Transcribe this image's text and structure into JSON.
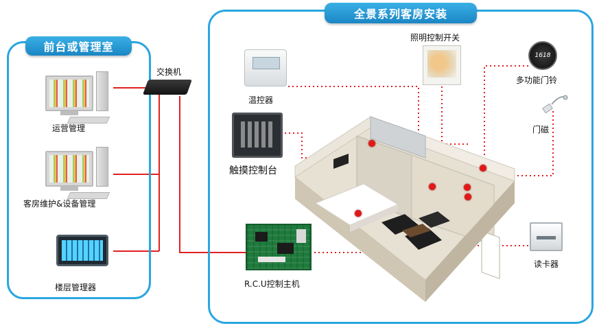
{
  "title_right": "全景系列客房安装",
  "title_left": "前台或管理室",
  "labels": {
    "operations": "运营管理",
    "room_maintenance": "客房维护&设备管理",
    "floor_manager": "楼层管理器",
    "switch": "交换机",
    "thermostat": "温控器",
    "touch_console": "触摸控制台",
    "lighting_switch": "照明控制开关",
    "doorbell": "多功能门铃",
    "door_sensor": "门磁",
    "card_reader": "读卡器",
    "rcu": "R.C.U控制主机"
  },
  "doorbell_text": "1618",
  "colors": {
    "accent": "#2aa6e0",
    "link_solid": "#e02020",
    "link_dotted": "#e02020"
  },
  "icons": {
    "computer": "desktop-computer-icon",
    "floor_manager": "touch-panel-icon",
    "switch": "network-switch-icon",
    "thermostat": "thermostat-icon",
    "console": "touch-console-icon",
    "light_switch": "light-switch-icon",
    "doorbell": "doorbell-icon",
    "door_sensor": "door-sensor-icon",
    "card_reader": "card-reader-icon",
    "rcu": "circuit-board-icon"
  }
}
